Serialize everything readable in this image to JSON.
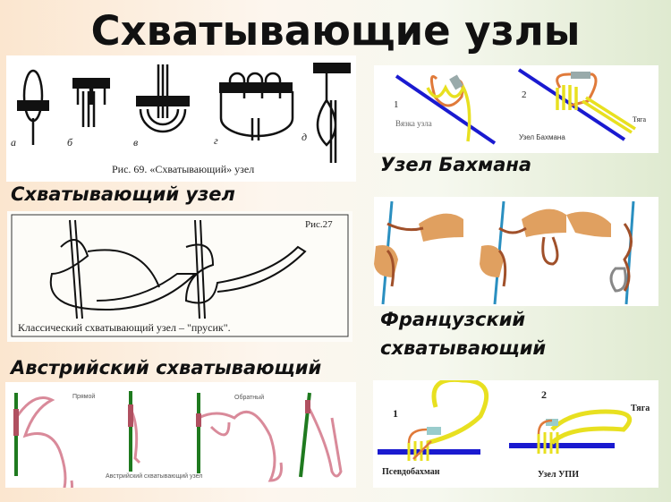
{
  "title": "Схватывающие узлы",
  "labels": {
    "prusik_section": "Схватывающий узел",
    "austrian_section": "Австрийский схватывающий",
    "bachmann_section": "Узел Бахмана",
    "french_section_line1": "Французский",
    "french_section_line2": "схватывающий"
  },
  "fig69": {
    "letters": [
      "а",
      "б",
      "в",
      "г",
      "д"
    ],
    "caption": "Рис. 69. «Схватывающий» узел"
  },
  "fig27": {
    "number": "Рис.27",
    "caption": "Классический схватывающий узел – \"прусик\"."
  },
  "austrian": {
    "direct": "Прямой",
    "reverse": "Обратный",
    "caption": "Австрийский схватывающий узел"
  },
  "bachmann": {
    "step1": "1",
    "step1_label": "Вязка узла",
    "step2": "2",
    "step2_label": "Узел Бахмана",
    "pull": "Тяга"
  },
  "pseudo": {
    "step1": "1",
    "step1_label": "Псевдобахман",
    "step2": "2",
    "step2_label": "Узел УПИ",
    "pull": "Тяга"
  },
  "colors": {
    "rope_blue": "#1a1ad0",
    "cord_yellow": "#e8e020",
    "carabiner_orange": "#e07a3a",
    "pole_green": "#1f7a1f",
    "cord_pink": "#d98a9a"
  }
}
